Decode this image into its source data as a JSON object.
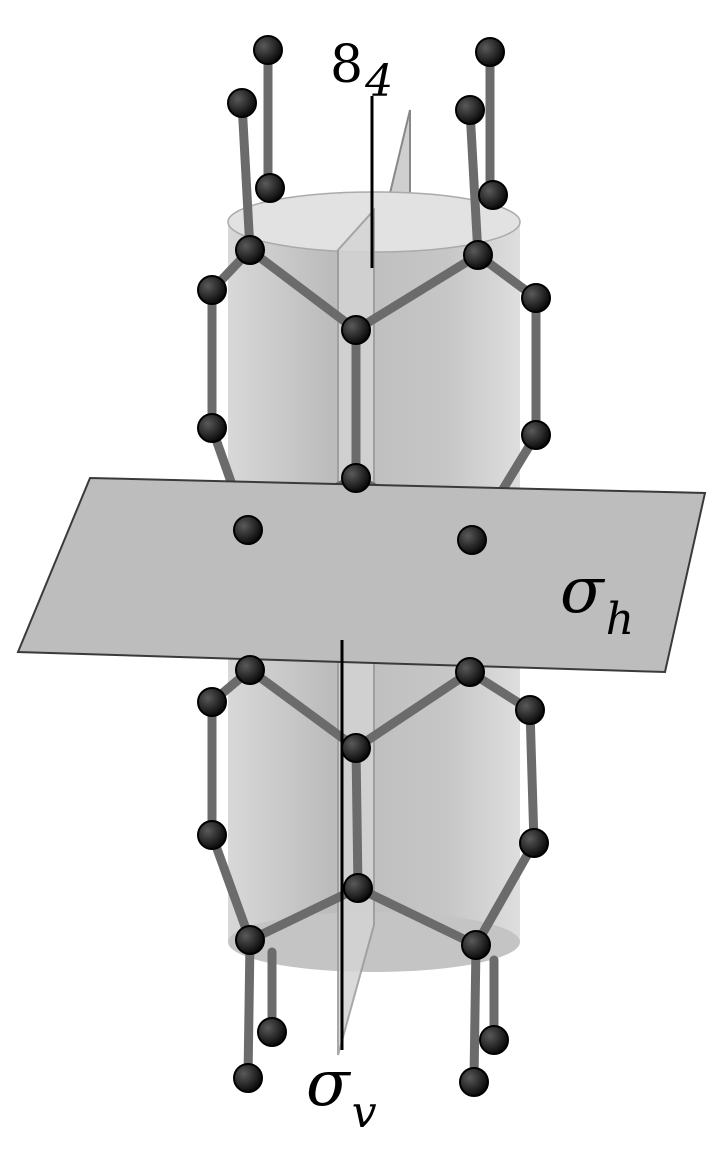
{
  "labels": {
    "rotation_axis": "8",
    "rotation_axis_sub": "4",
    "horizontal_plane": "σ",
    "horizontal_plane_sub": "h",
    "vertical_plane": "σ",
    "vertical_plane_sub": "v"
  },
  "colors": {
    "cylinder": "#c9c9c9",
    "plane": "#b9b9b9",
    "bond": "#6b6b6b",
    "atom": "#0d0d0d",
    "axis": "#000000"
  }
}
